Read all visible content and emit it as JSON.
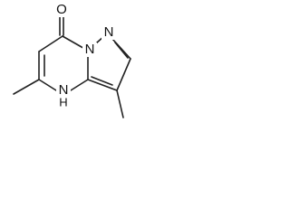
{
  "structure": {
    "atoms": {
      "oxygen": "O",
      "n_top": "N",
      "n_bridge": "N",
      "nh_n": "N",
      "nh_h": "H"
    }
  }
}
